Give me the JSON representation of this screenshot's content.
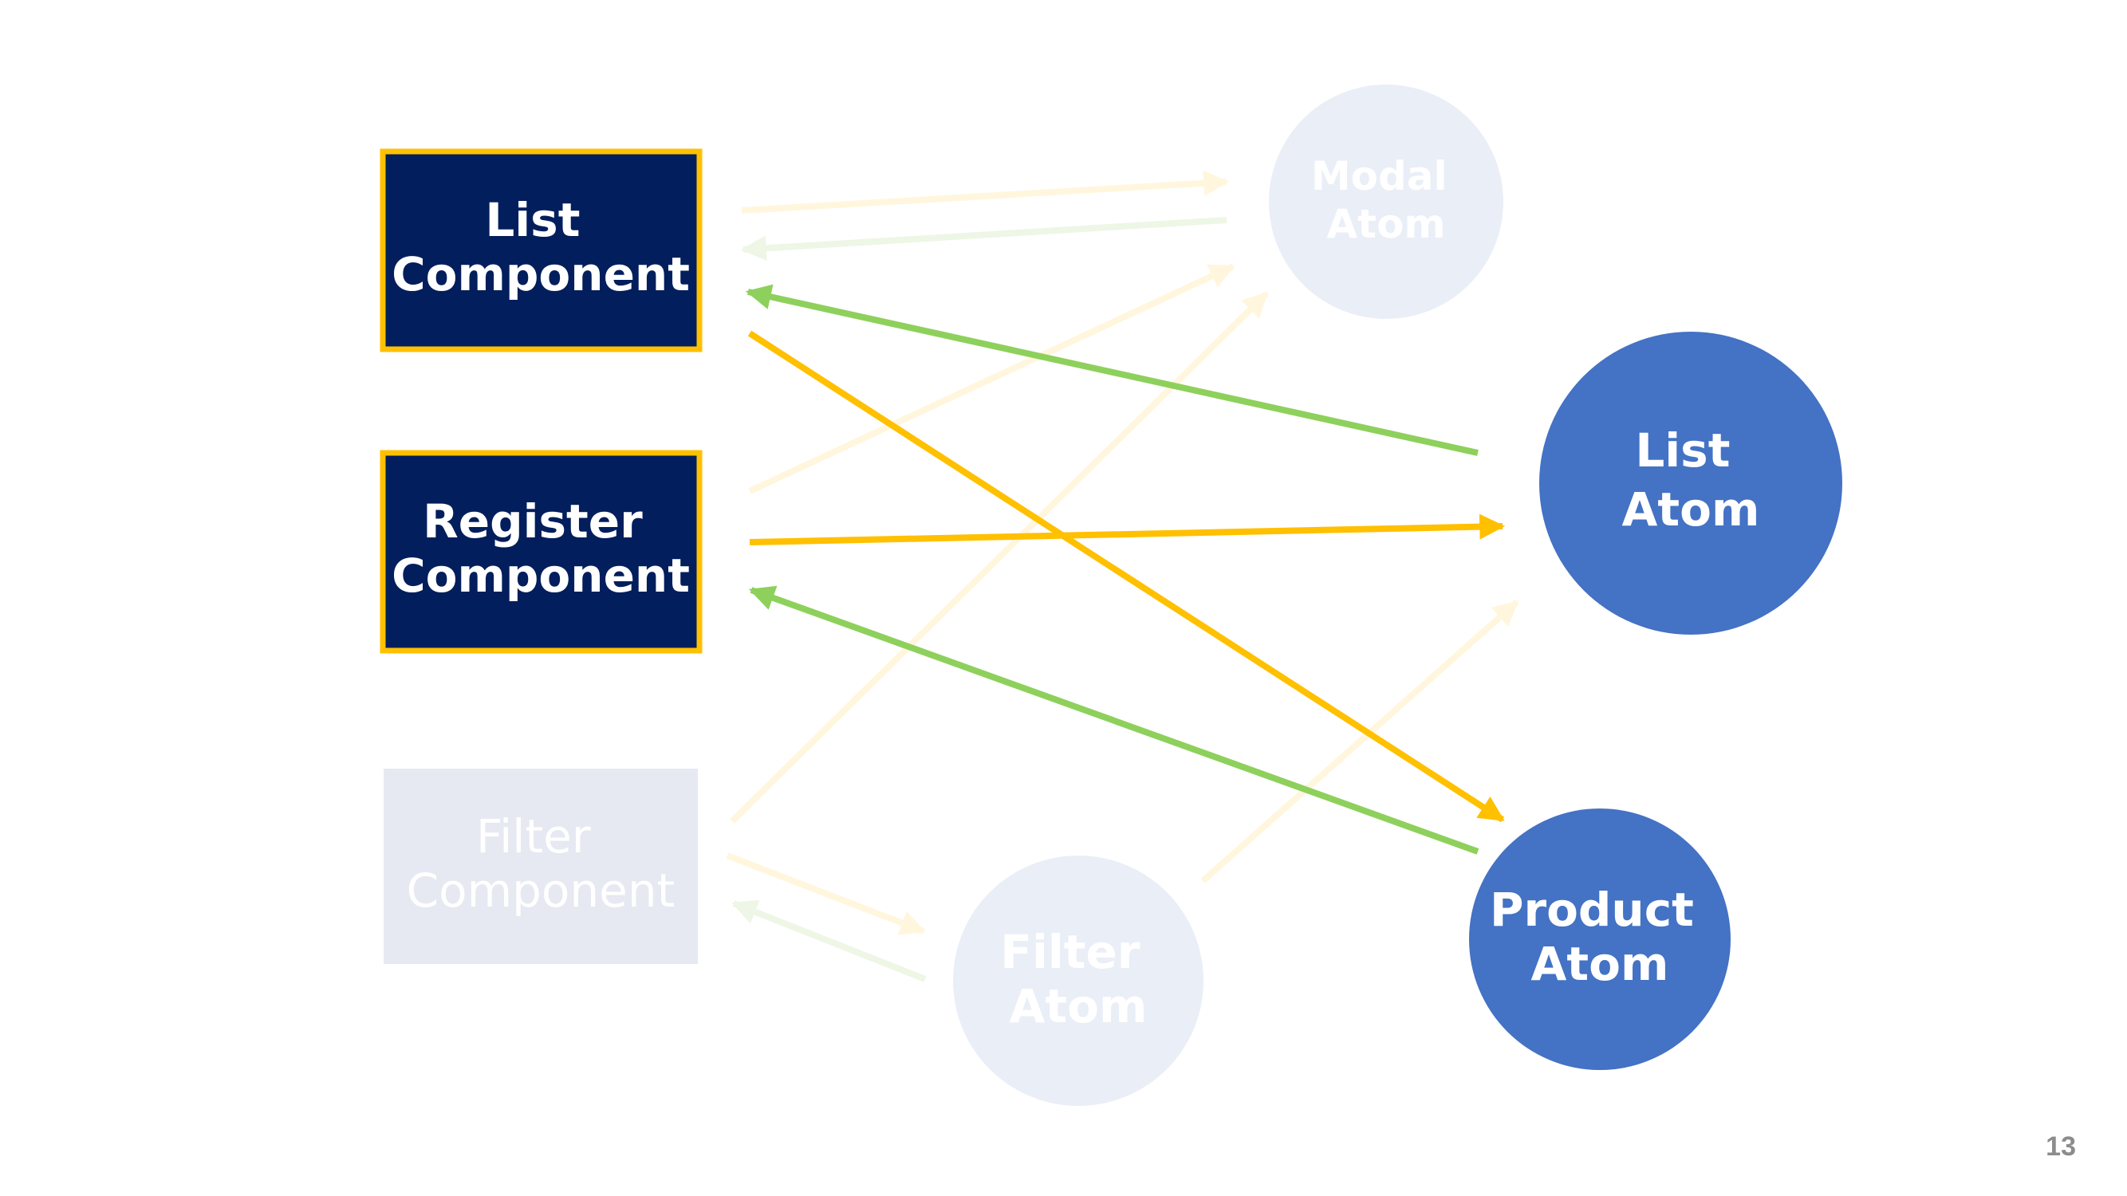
{
  "colors": {
    "component_fill": "#031e5c",
    "component_border": "#ffc000",
    "component_faded_fill": "#e6e9f1",
    "atom_fill": "#4472c4",
    "atom_faded_fill": "#eaeef7",
    "arrow_yellow": "#ffc000",
    "arrow_green": "#8ed05c",
    "arrow_yellow_faded": "#fff6dd",
    "arrow_green_faded": "#eef6e6",
    "label_light": "#ffffff",
    "page_number": "#8c8c8c"
  },
  "components": [
    {
      "id": "list-component",
      "line1": "List",
      "line2": "Component",
      "active": true
    },
    {
      "id": "register-component",
      "line1": "Register",
      "line2": "Component",
      "active": true
    },
    {
      "id": "filter-component",
      "line1": "Filter",
      "line2": "Component",
      "active": false
    }
  ],
  "atoms": [
    {
      "id": "modal-atom",
      "line1": "Modal",
      "line2": "Atom",
      "active": false
    },
    {
      "id": "list-atom",
      "line1": "List",
      "line2": "Atom",
      "active": true
    },
    {
      "id": "product-atom",
      "line1": "Product",
      "line2": "Atom",
      "active": true
    },
    {
      "id": "filter-atom",
      "line1": "Filter",
      "line2": "Atom",
      "active": false
    }
  ],
  "connections": [
    {
      "from": "list-component",
      "to": "modal-atom",
      "kind": "yellow",
      "active": false
    },
    {
      "from": "modal-atom",
      "to": "list-component",
      "kind": "green",
      "active": false
    },
    {
      "from": "register-component",
      "to": "modal-atom",
      "kind": "yellow",
      "active": false
    },
    {
      "from": "filter-component",
      "to": "modal-atom",
      "kind": "yellow",
      "active": false
    },
    {
      "from": "filter-component",
      "to": "filter-atom",
      "kind": "yellow",
      "active": false
    },
    {
      "from": "filter-atom",
      "to": "filter-component",
      "kind": "green",
      "active": false
    },
    {
      "from": "filter-atom",
      "to": "list-atom",
      "kind": "yellow",
      "active": false
    },
    {
      "from": "list-atom",
      "to": "list-component",
      "kind": "green",
      "active": true
    },
    {
      "from": "list-component",
      "to": "product-atom",
      "kind": "yellow",
      "active": true
    },
    {
      "from": "register-component",
      "to": "list-atom",
      "kind": "yellow",
      "active": true
    },
    {
      "from": "product-atom",
      "to": "register-component",
      "kind": "green",
      "active": true
    }
  ],
  "page_number": "13"
}
